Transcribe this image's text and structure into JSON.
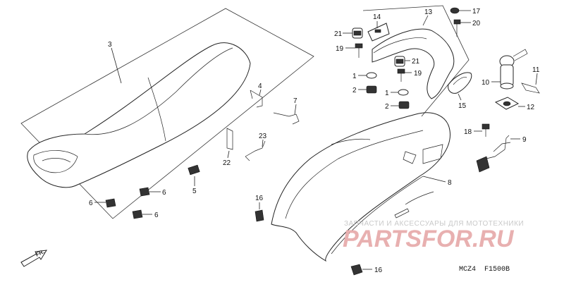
{
  "diagram": {
    "callouts": {
      "c1a": "1",
      "c1b": "1",
      "c2a": "2",
      "c2b": "2",
      "c3": "3",
      "c4": "4",
      "c5": "5",
      "c6a": "6",
      "c6b": "6",
      "c6c": "6",
      "c7": "7",
      "c8": "8",
      "c9": "9",
      "c10": "10",
      "c11": "11",
      "c12": "12",
      "c13": "13",
      "c14": "14",
      "c15": "15",
      "c16a": "16",
      "c16b": "16",
      "c17": "17",
      "c18": "18",
      "c19a": "19",
      "c19b": "19",
      "c20": "20",
      "c21a": "21",
      "c21b": "21",
      "c22": "22",
      "c23": "23"
    },
    "direction_label": "FR.",
    "footer_code": "MCZ4  F1500B"
  },
  "watermark": {
    "subtitle": "ЗАПЧАСТИ И АКСЕССУАРЫ ДЛЯ МОТОТЕХНИКИ",
    "brand": "PARTSFOR.RU"
  }
}
